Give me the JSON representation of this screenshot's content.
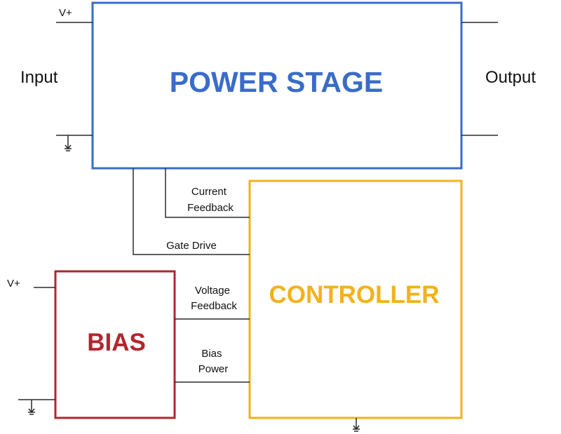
{
  "diagram": {
    "power_stage": {
      "title": "POWER STAGE",
      "color": "#3a6cc8"
    },
    "controller": {
      "title": "CONTROLLER",
      "color": "#f2b21c"
    },
    "bias": {
      "title": "BIAS",
      "color": "#b3262d"
    },
    "labels": {
      "input": "Input",
      "output": "Output",
      "vplus_top": "V+",
      "vplus_bias": "V+"
    },
    "signals": {
      "current_feedback": [
        "Current",
        "Feedback"
      ],
      "gate_drive": "Gate Drive",
      "voltage_feedback": [
        "Voltage",
        "Feedback"
      ],
      "bias_power": [
        "Bias",
        "Power"
      ]
    }
  }
}
